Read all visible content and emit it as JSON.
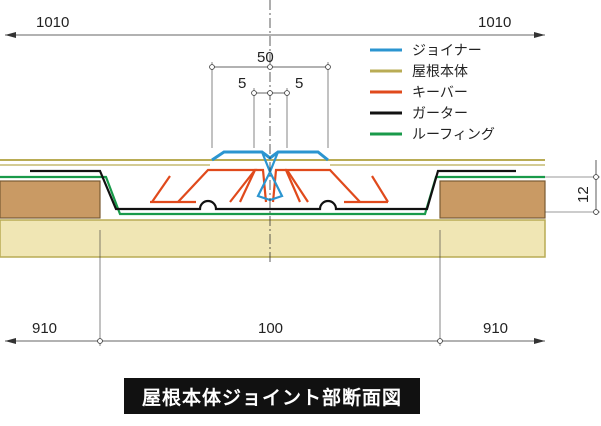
{
  "dimensions": {
    "top_left": "1010",
    "top_right": "1010",
    "center_width": "50",
    "left_gap": "5",
    "right_gap": "5",
    "height": "12",
    "bottom_left": "910",
    "bottom_center": "100",
    "bottom_right": "910"
  },
  "legend": [
    {
      "label": "ジョイナー",
      "color": "#2b95d0"
    },
    {
      "label": "屋根本体",
      "color": "#b9ac55"
    },
    {
      "label": "キーバー",
      "color": "#e04a1c"
    },
    {
      "label": "ガーター",
      "color": "#111111"
    },
    {
      "label": "ルーフィング",
      "color": "#199a4a"
    }
  ],
  "caption": "屋根本体ジョイント部断面図",
  "materials": {
    "board_color": "#f0e6b4",
    "board_edge": "#b9ac55",
    "block_color": "#c99a64",
    "block_edge": "#7a5a33"
  }
}
